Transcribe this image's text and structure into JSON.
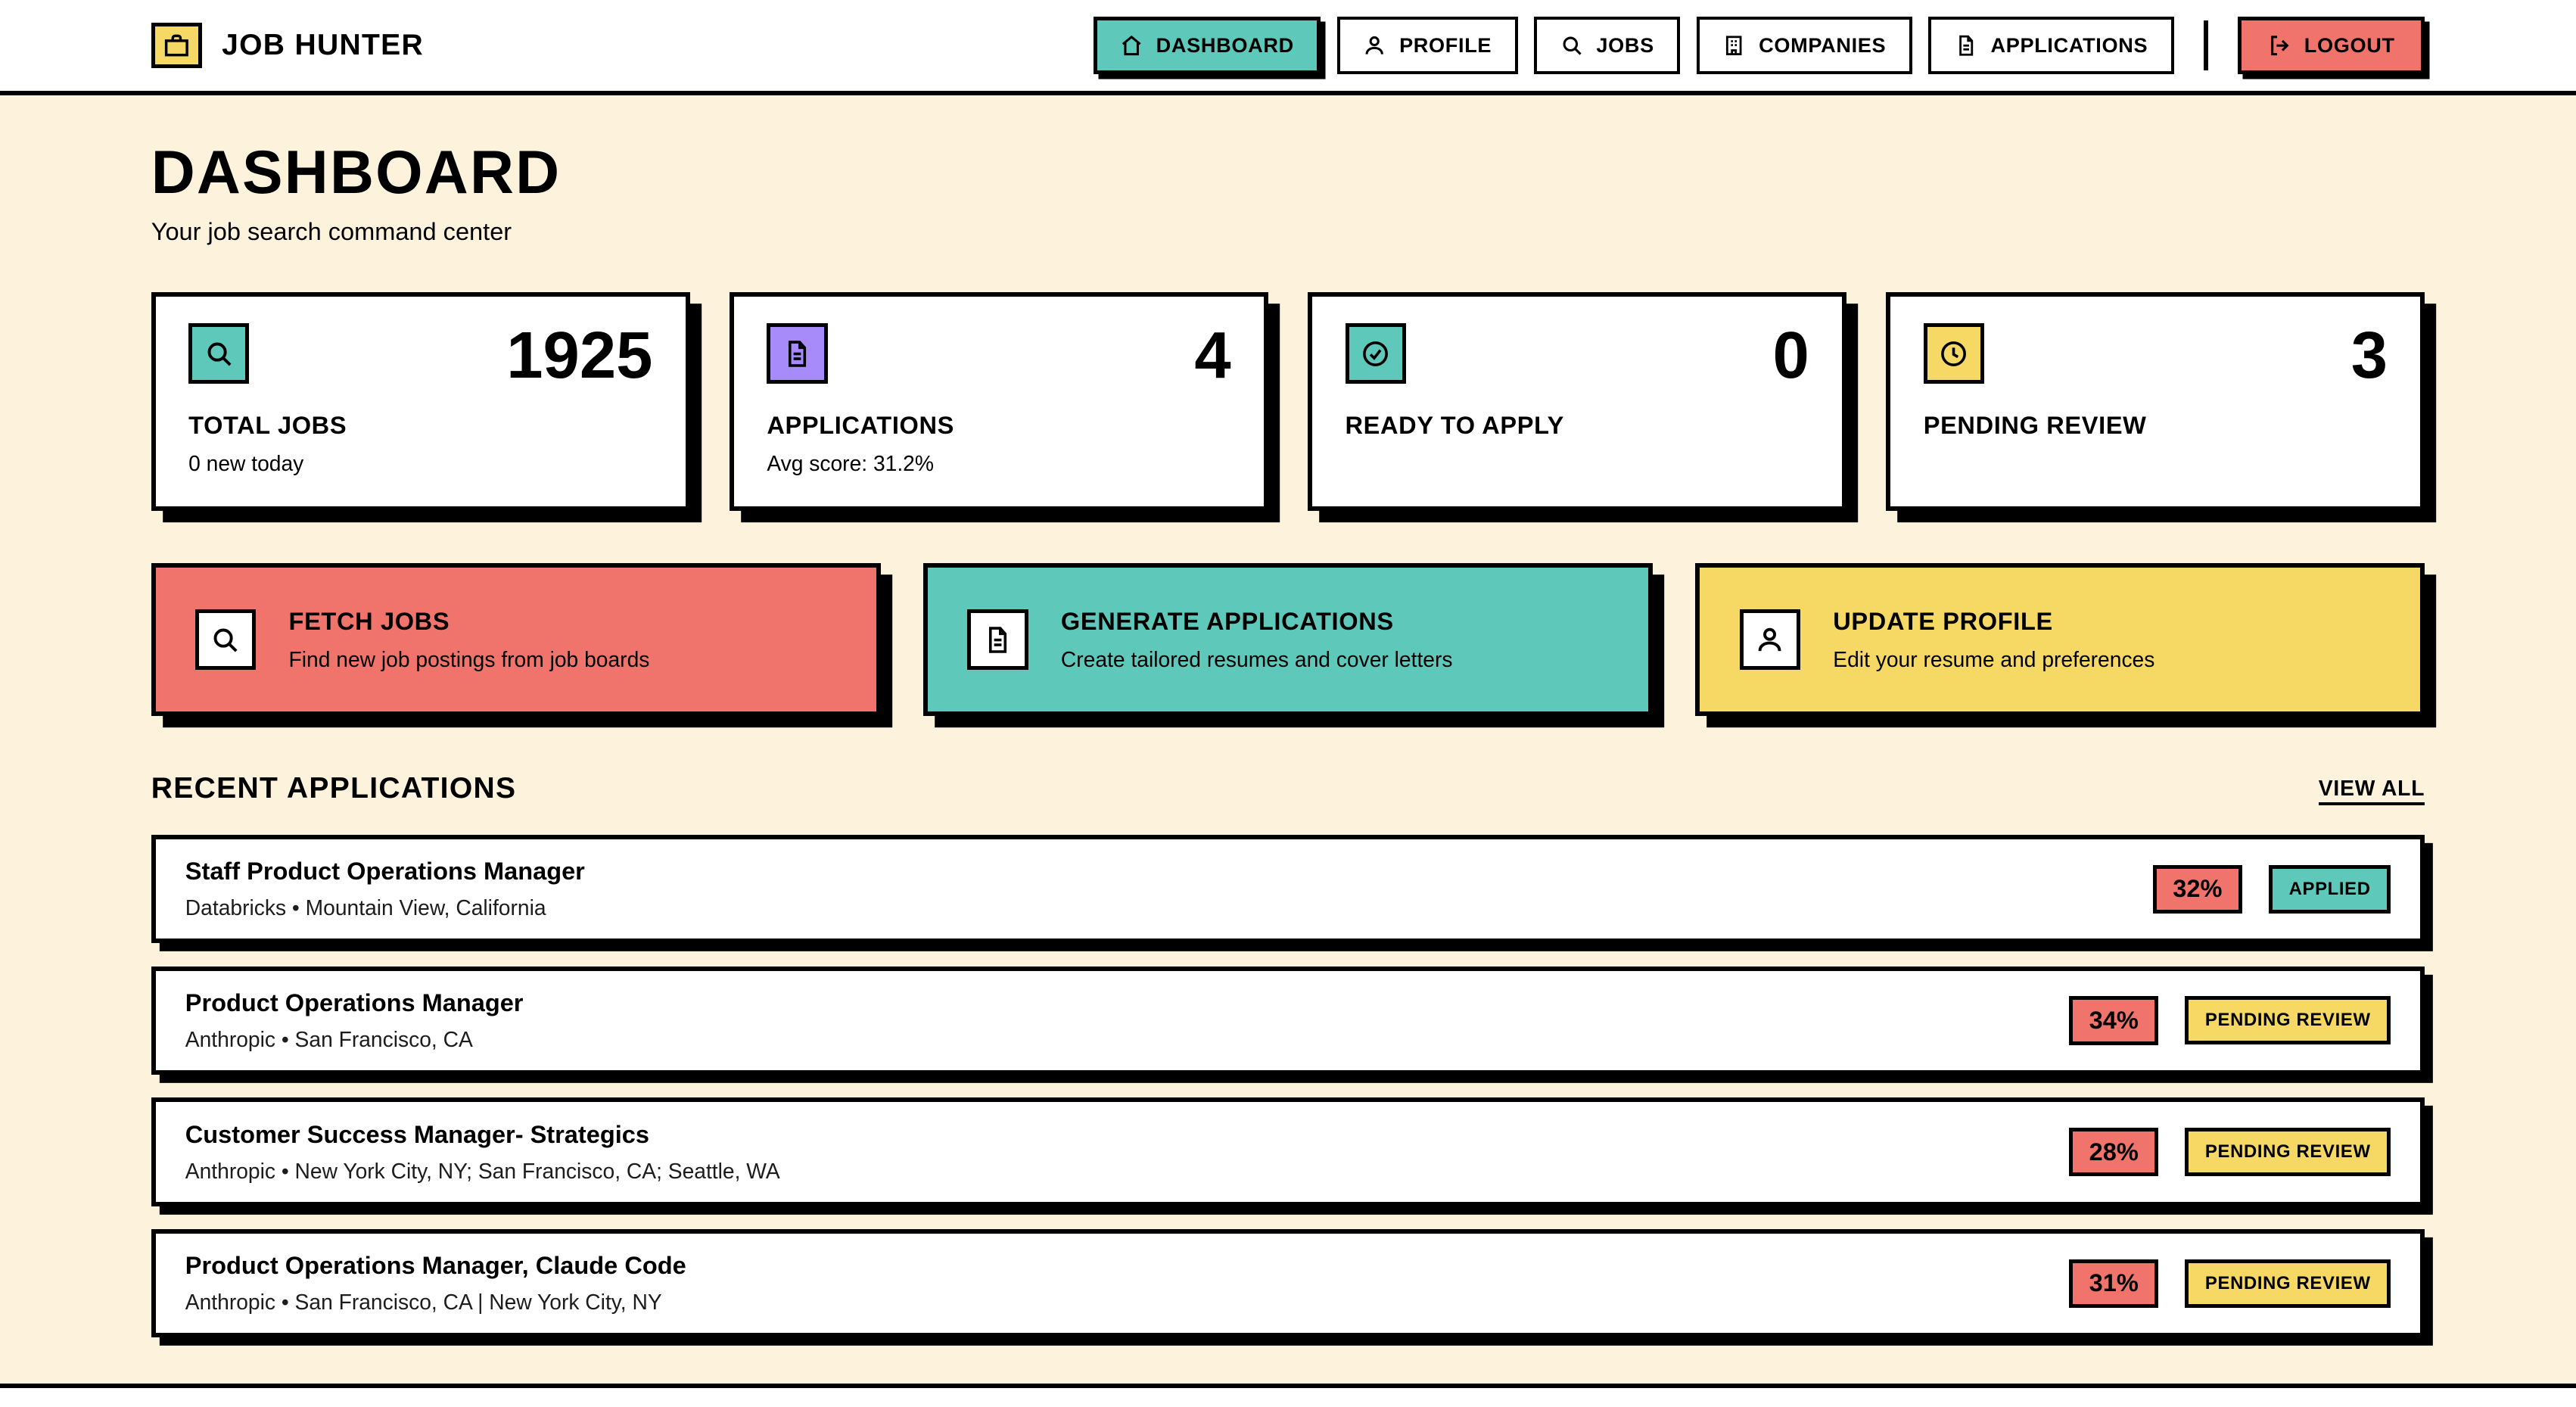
{
  "app": {
    "title": "JOB HUNTER"
  },
  "nav": {
    "items": [
      {
        "label": "DASHBOARD",
        "icon": "home-icon",
        "active": true
      },
      {
        "label": "PROFILE",
        "icon": "person-icon",
        "active": false
      },
      {
        "label": "JOBS",
        "icon": "search-icon",
        "active": false
      },
      {
        "label": "COMPANIES",
        "icon": "building-icon",
        "active": false
      },
      {
        "label": "APPLICATIONS",
        "icon": "document-icon",
        "active": false
      }
    ],
    "logout_label": "LOGOUT"
  },
  "page": {
    "title": "DASHBOARD",
    "subtitle": "Your job search command center"
  },
  "stats": [
    {
      "label": "TOTAL JOBS",
      "value": "1925",
      "sub": "0 new today",
      "icon": "search-icon",
      "icon_color": "#5EC8BB"
    },
    {
      "label": "APPLICATIONS",
      "value": "4",
      "sub": "Avg score: 31.2%",
      "icon": "document-icon",
      "icon_color": "#A78BFA"
    },
    {
      "label": "READY TO APPLY",
      "value": "0",
      "sub": "",
      "icon": "check-circle-icon",
      "icon_color": "#5EC8BB"
    },
    {
      "label": "PENDING REVIEW",
      "value": "3",
      "sub": "",
      "icon": "clock-icon",
      "icon_color": "#F6D964"
    }
  ],
  "actions": [
    {
      "title": "FETCH JOBS",
      "desc": "Find new job postings from job boards",
      "icon": "search-icon",
      "bg": "#F0746C"
    },
    {
      "title": "GENERATE APPLICATIONS",
      "desc": "Create tailored resumes and cover letters",
      "icon": "document-icon",
      "bg": "#5EC8BB"
    },
    {
      "title": "UPDATE PROFILE",
      "desc": "Edit your resume and preferences",
      "icon": "person-icon",
      "bg": "#F6D964"
    }
  ],
  "recent": {
    "title": "RECENT APPLICATIONS",
    "view_all": "VIEW ALL",
    "rows": [
      {
        "title": "Staff Product Operations Manager",
        "meta": "Databricks • Mountain View, California",
        "score": "32%",
        "status": "APPLIED",
        "status_color": "#5EC8BB"
      },
      {
        "title": "Product Operations Manager",
        "meta": "Anthropic • San Francisco, CA",
        "score": "34%",
        "status": "PENDING REVIEW",
        "status_color": "#F6D964"
      },
      {
        "title": "Customer Success Manager- Strategics",
        "meta": "Anthropic • New York City, NY; San Francisco, CA; Seattle, WA",
        "score": "28%",
        "status": "PENDING REVIEW",
        "status_color": "#F6D964"
      },
      {
        "title": "Product Operations Manager, Claude Code",
        "meta": "Anthropic • San Francisco, CA | New York City, NY",
        "score": "31%",
        "status": "PENDING REVIEW",
        "status_color": "#F6D964"
      }
    ]
  },
  "colors": {
    "background": "#FDF3DD",
    "teal": "#5EC8BB",
    "red": "#F0746C",
    "yellow": "#F6D964",
    "purple": "#A78BFA",
    "border": "#000000"
  }
}
